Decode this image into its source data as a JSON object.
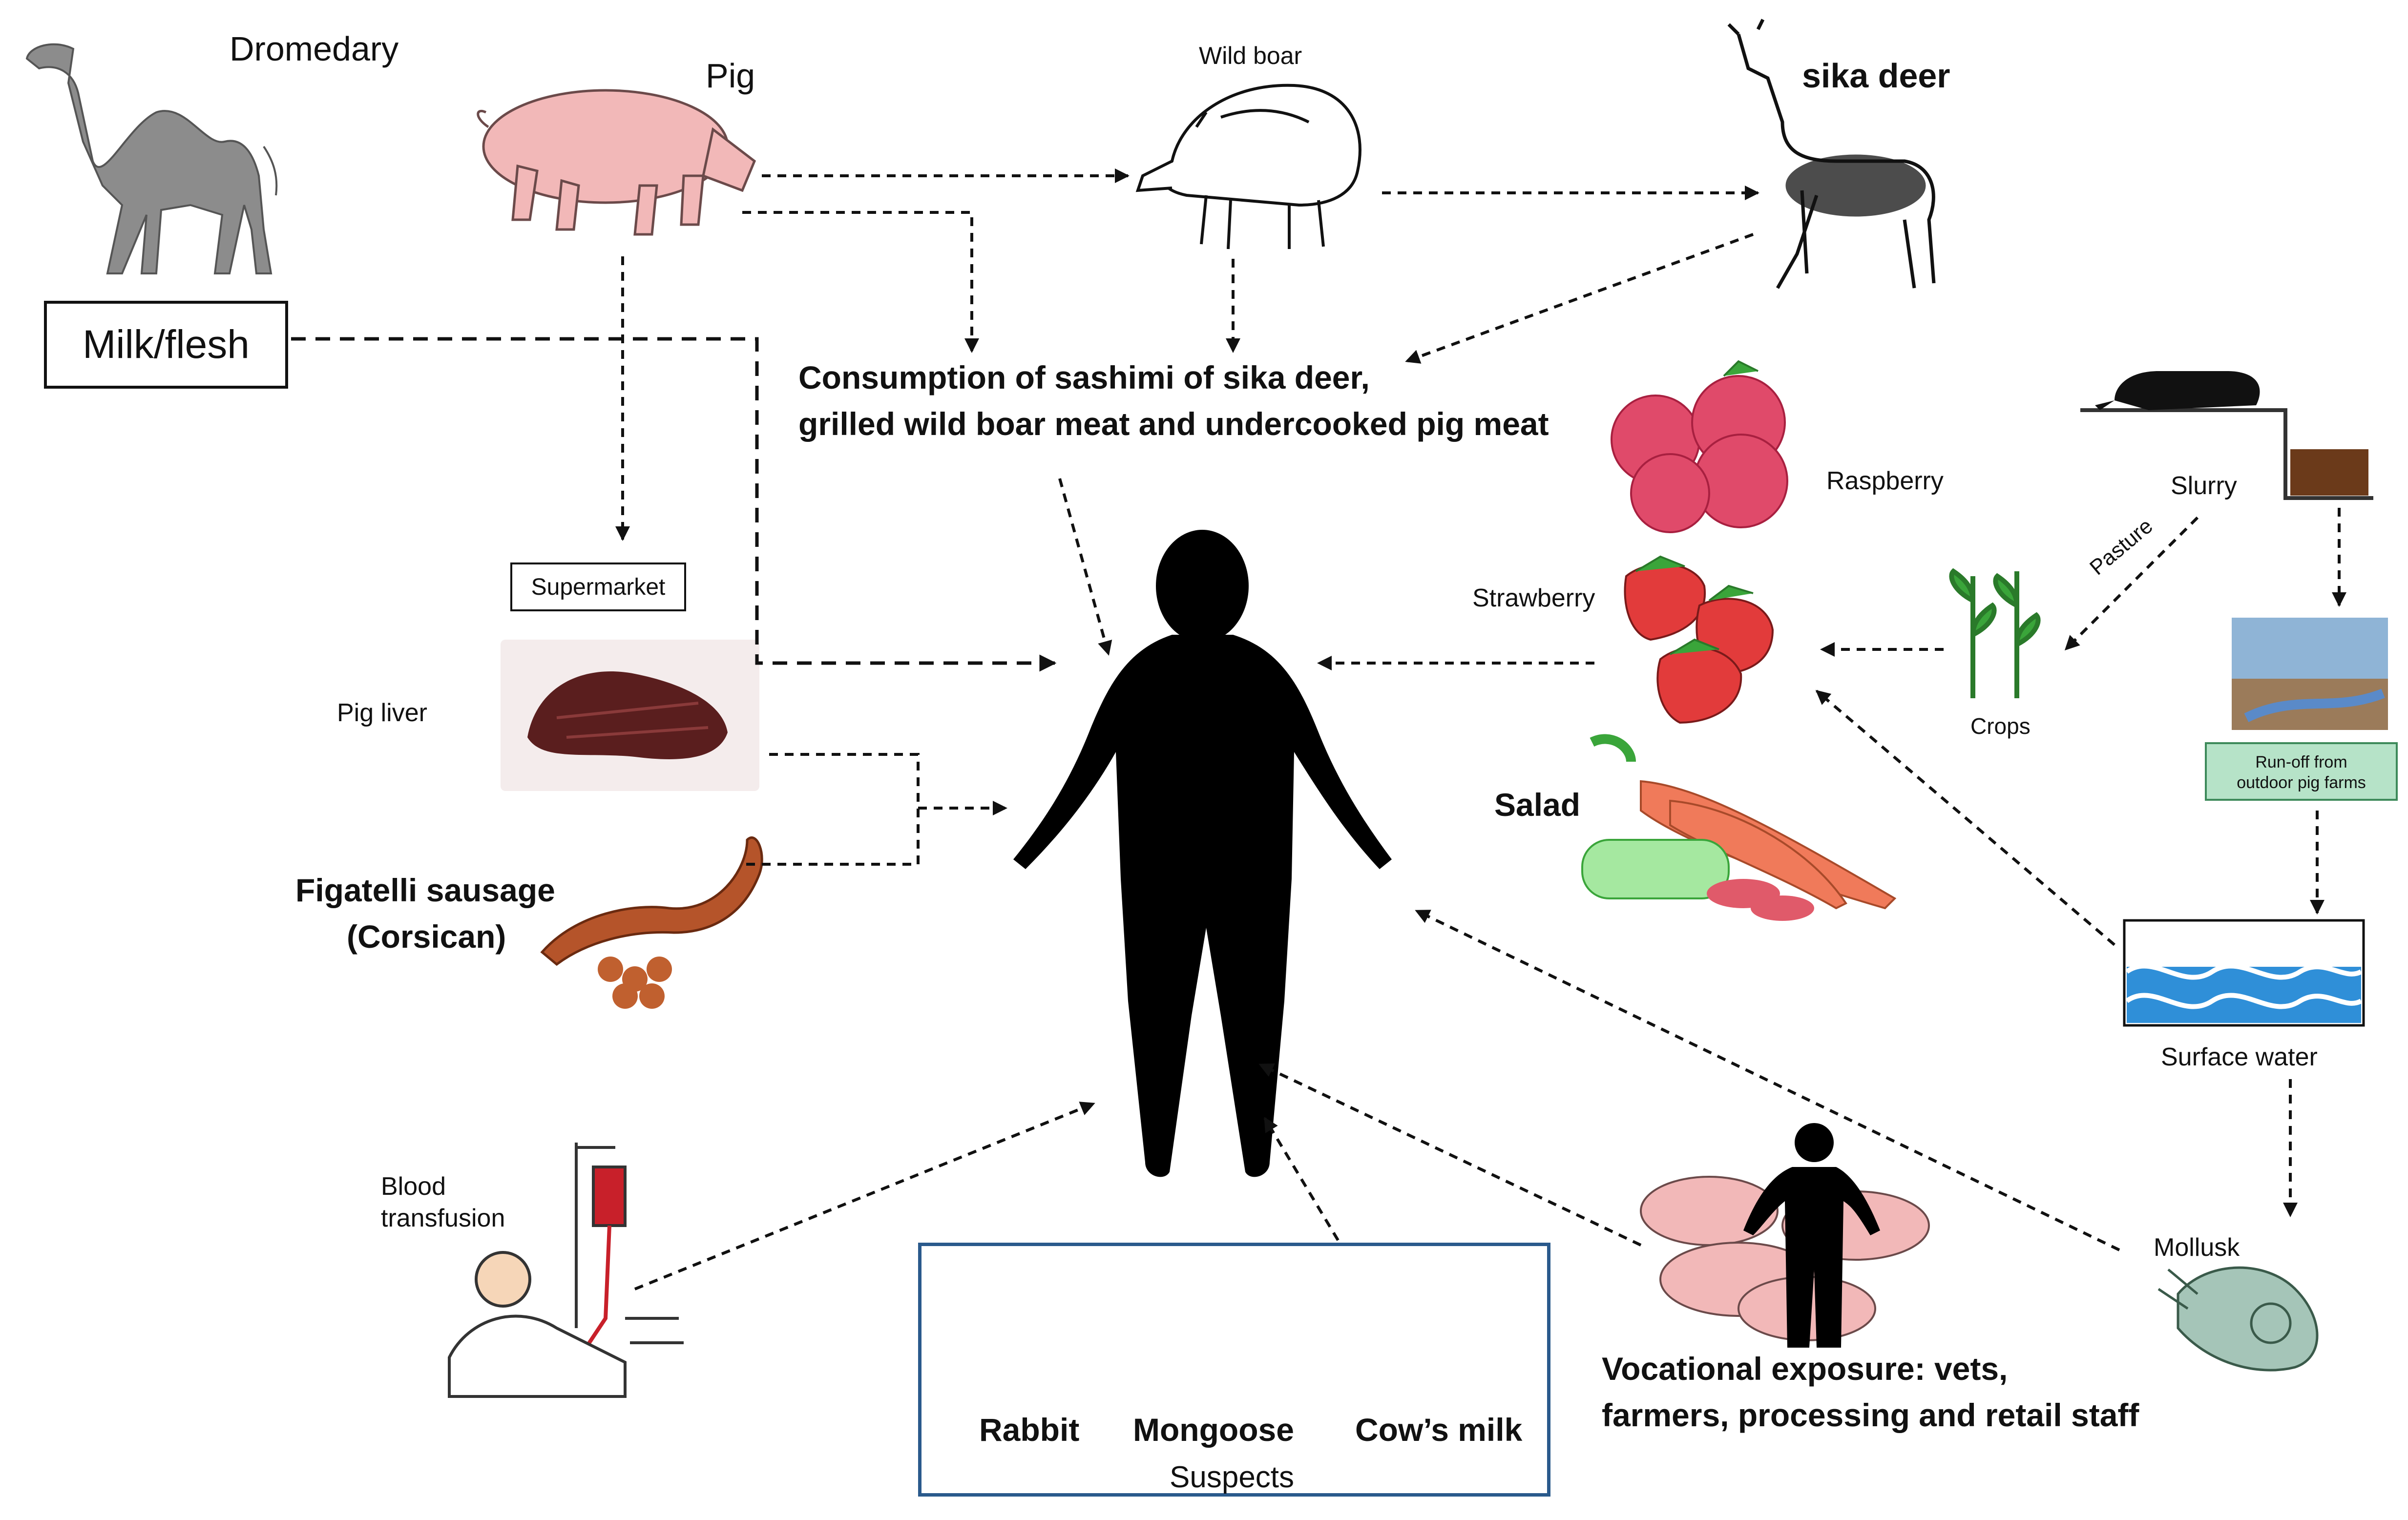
{
  "labels": {
    "dromedary": "Dromedary",
    "milk_flesh": "Milk/flesh",
    "pig": "Pig",
    "wild_boar": "Wild boar",
    "sika_deer": "sika deer",
    "consumption_line1": "Consumption of sashimi of sika deer,",
    "consumption_line2": "grilled wild boar meat and undercooked pig meat",
    "supermarket": "Supermarket",
    "pig_liver": "Pig liver",
    "figatelli_line1": "Figatelli sausage",
    "figatelli_line2": "(Corsican)",
    "blood_line1": "Blood",
    "blood_line2": "transfusion",
    "rabbit": "Rabbit",
    "mongoose": "Mongoose",
    "cows_milk": "Cow’s milk",
    "suspects": "Suspects",
    "raspberry": "Raspberry",
    "strawberry": "Strawberry",
    "salad": "Salad",
    "slurry": "Slurry",
    "pasture": "Pasture",
    "crops": "Crops",
    "runoff_line1": "Run-off from",
    "runoff_line2": "outdoor pig farms",
    "surface_water": "Surface water",
    "mollusk": "Mollusk",
    "vocational_line1": "Vocational exposure: vets,",
    "vocational_line2": "farmers, processing and retail staff"
  },
  "colors": {
    "pig": "#f2b8b8",
    "dromedary": "#8c8c8c",
    "liver": "#5a1e1e",
    "sausage": "#b5542a",
    "raspberry": "#e04a6a",
    "strawberry": "#e23b3b",
    "carrot": "#f07a5a",
    "leaf": "#3aa53a",
    "water": "#2f8fd8",
    "runoff_box": "#b6e3c8",
    "suspects_border": "#2a5a8c",
    "silhouette": "#000000"
  }
}
